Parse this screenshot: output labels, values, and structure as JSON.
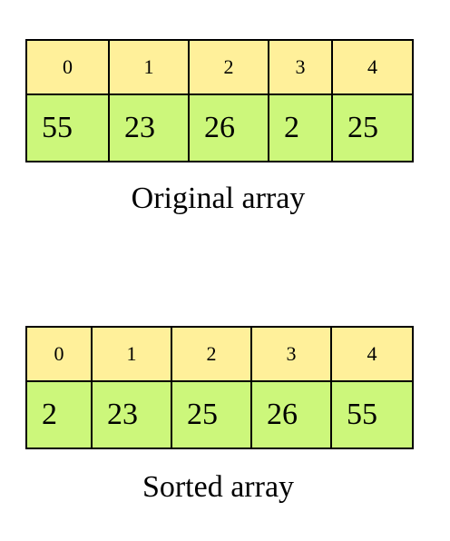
{
  "colors": {
    "index_bg": "#fff09a",
    "value_bg": "#ccf77b",
    "border": "#000000"
  },
  "original": {
    "indices": [
      "0",
      "1",
      "2",
      "3",
      "4"
    ],
    "values": [
      "55",
      "23",
      "26",
      "2",
      "25"
    ],
    "caption": "Original array"
  },
  "sorted": {
    "indices": [
      "0",
      "1",
      "2",
      "3",
      "4"
    ],
    "values": [
      "2",
      "23",
      "25",
      "26",
      "55"
    ],
    "caption": "Sorted array"
  }
}
